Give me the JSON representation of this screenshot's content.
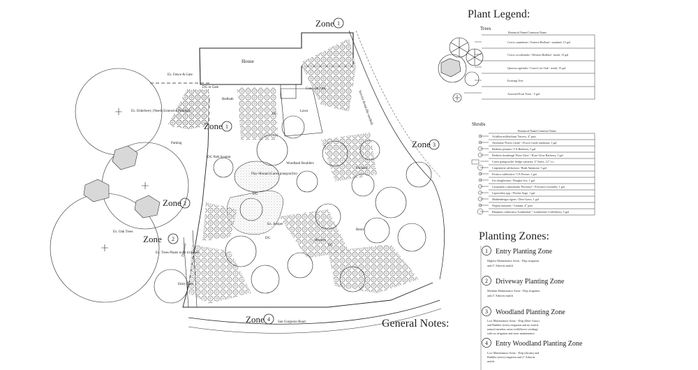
{
  "site": {
    "zones": [
      {
        "id": "zone-1-top",
        "text": "Zone",
        "num": "1"
      },
      {
        "id": "zone-1-mid",
        "text": "Zone",
        "num": "1"
      },
      {
        "id": "zone-2-left",
        "text": "Zone",
        "num": "2"
      },
      {
        "id": "zone-2-low",
        "text": "Zone",
        "num": "2"
      },
      {
        "id": "zone-3",
        "text": "Zone",
        "num": "3"
      },
      {
        "id": "zone-4",
        "text": "Zone",
        "num": "4"
      }
    ],
    "labels": {
      "house": "House",
      "fence": "Ex. Fence & Gate",
      "dg_gate": "DG to Gate",
      "beds": "Bedbath",
      "concrete": "Concrete Patio",
      "lawn": "Lawn",
      "dg1": "DG",
      "elderberry": "Ex. Elderberry (Needs Extensive Pruning)",
      "parking": "Parking",
      "dg_path": "DG Path System",
      "play_mound": "Play Mound (Carex praegracilis)",
      "woodland": "Woodland Boulders",
      "orchard": "Orchard",
      "oak": "Ex. Oak Trees",
      "dg2": "DG",
      "juniper": "Ex. Juniper",
      "ex_trees": "Ex. Trees Plants to be irrigated",
      "driveway": "Driveway",
      "entry_gate": "Entry Gate",
      "dg3": "DG",
      "meadow": "Meadow",
      "san_gorgonio": "San Gorgonio Road",
      "service_road": "Service Road (Re-seeded)",
      "bench": "Bench",
      "dg4": "DG"
    }
  },
  "general_notes": {
    "title": "General Notes:"
  },
  "plant_legend": {
    "title": "Plant Legend:",
    "trees": {
      "heading": "Trees",
      "column": "Botanical Name/Common Name",
      "rows": [
        "Cercis canadensis / Eastern Redbud - standard, 15 gal",
        "Cercis occidentalis / Western Redbud - multi, 15 gal",
        "Quercus agrifolia / Coast Live Oak - multi, 15 gal",
        "Existing Tree",
        "Assorted Fruit Trees - 5 gal"
      ]
    },
    "shrubs": {
      "heading": "Shrubs",
      "column": "Botanical Name/Common Name",
      "rows": [
        "Achillea millefolium 'Yarrow, 4\" pots",
        "Artemisia 'Powis Castle' / Powis Castle artemisia, 1 gal",
        "Berberis pinnata / CA Barberry, 5 gal",
        "Berberis thunbergii 'Rose Glow' / Rose Glow Barberry, 5 gal",
        "Carex praegracilis/ Sedge varieties, 2\" liners, 12\" o.c.",
        "Carpenteria californica / Bush Anemone, 5 gal",
        "Festuca californica / CA Fescue, 1 gal",
        "Iris douglasiana / Douglas Iris, 1 gal",
        "Lavandula x intermedia 'Provence' / Provence Lavender, 1 gal",
        "Leptochloa spp. / Pitcher Sage, 1 gal",
        "Muhlenbergia rigens / Deer Grass, 1 gal",
        "Nepeta faassenii / Catmint, 4\" pots",
        "Rhamnus californica 'Leatherleaf' / Leatherleaf Coffeeberry, 5 gal"
      ]
    }
  },
  "planting_zones": {
    "title": "Planting Zones:",
    "items": [
      {
        "num": "1",
        "name": "Entry Planting Zone",
        "desc": [
          "Highest Maintenance Areas - Drip irrigation",
          "and 2\" Arborist mulch"
        ]
      },
      {
        "num": "2",
        "name": "Driveway Planting Zone",
        "desc": [
          "Medium Maintenance Areas - Drip irrigation",
          "and 2\" Arborist mulch"
        ]
      },
      {
        "num": "3",
        "name": "Woodland Planting Zone",
        "desc": [
          "Low Maintenance Areas - Drip (Deer Grass)",
          "and Bubbler (trees) irrigation and no mulch,",
          "natural meadow areas (wildflower seeding)",
          "with no irrigation and mow maintenance"
        ]
      },
      {
        "num": "4",
        "name": "Entry Woodland Planting Zone",
        "desc": [
          "Low Maintenance Areas - Drip (shrubs) and",
          "Bubbler (trees) irrigation and 2\" Arborist",
          "mulch"
        ]
      }
    ]
  }
}
